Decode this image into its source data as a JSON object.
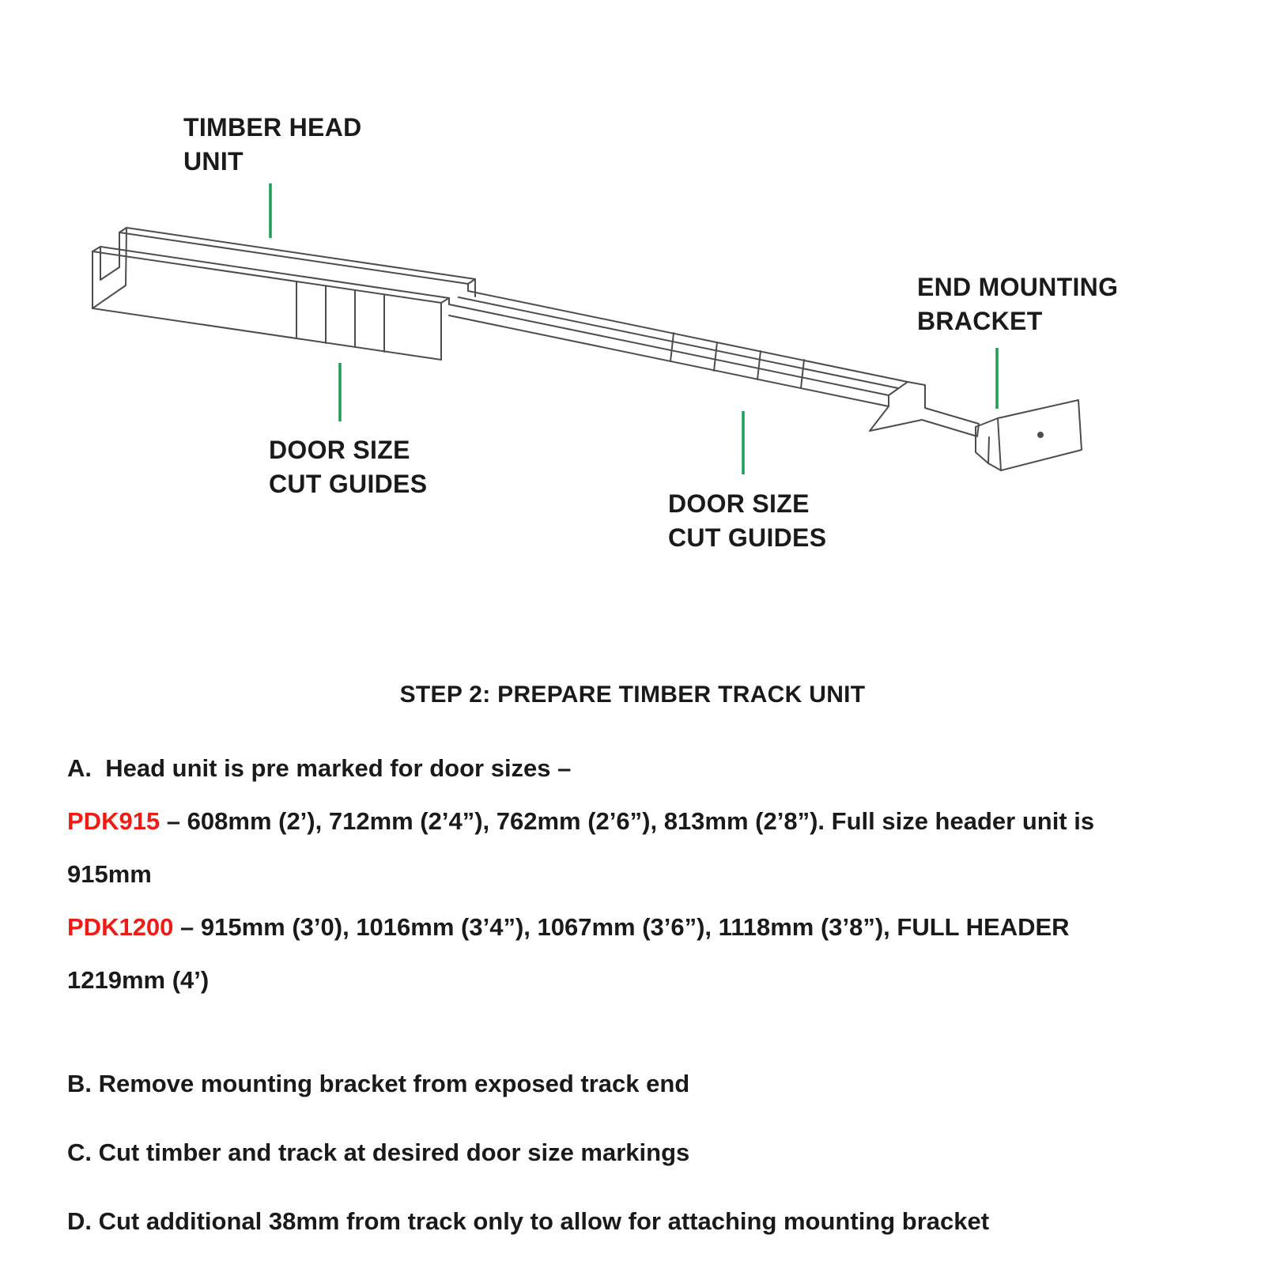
{
  "colors": {
    "accent_red": "#ed1c16",
    "leader_green": "#1f9d55",
    "line_gray": "#4d4d4d",
    "text_color": "#1a1a1a"
  },
  "diagram": {
    "labels": {
      "timber_head_unit": "TIMBER HEAD UNIT",
      "door_size_cut_guides_left": "DOOR SIZE CUT GUIDES",
      "door_size_cut_guides_right": "DOOR SIZE CUT GUIDES",
      "end_mounting_bracket": "END MOUNTING BRACKET"
    }
  },
  "heading": "STEP 2: PREPARE TIMBER TRACK UNIT",
  "steps": {
    "a": "A.  Head unit is pre marked for door sizes –",
    "pdk915": {
      "label": "PDK915",
      "text": " – 608mm (2’), 712mm (2’4”), 762mm (2’6”), 813mm (2’8”). Full size header unit is",
      "tail": "915mm"
    },
    "pdk1200": {
      "label": "PDK1200",
      "text": " – 915mm (3’0), 1016mm (3’4”), 1067mm (3’6”), 1118mm (3’8”), FULL HEADER",
      "tail": "1219mm (4’)"
    },
    "b": "B. Remove mounting bracket from exposed track end",
    "c": "C. Cut timber and track at desired door size markings",
    "d": "D. Cut additional 38mm from track only to allow for attaching mounting bracket"
  }
}
